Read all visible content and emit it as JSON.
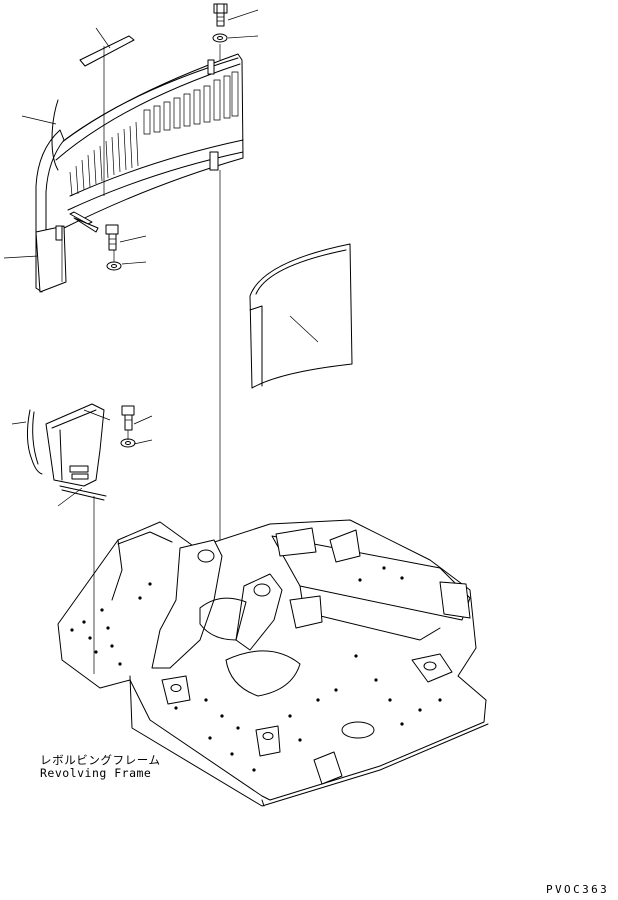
{
  "assembly_label": {
    "japanese": "レボルビングフレーム",
    "english": "Revolving Frame"
  },
  "drawing_code": "PVOC363",
  "colors": {
    "line": "#000000",
    "background": "#ffffff"
  }
}
